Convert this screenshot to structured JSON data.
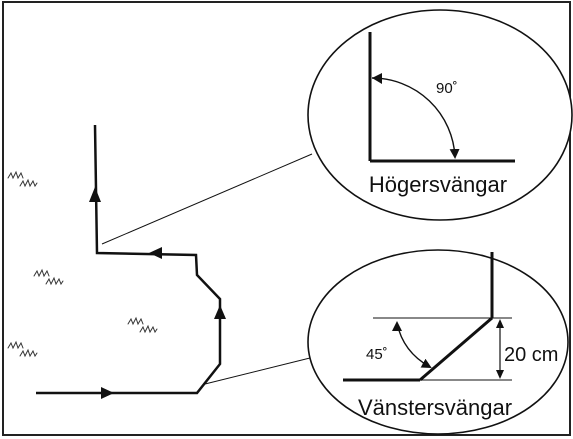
{
  "figure": {
    "right_turn": {
      "angle_label": "90˚",
      "caption": "Högersvängar"
    },
    "left_turn": {
      "angle_label": "45˚",
      "distance_label": "20 cm",
      "caption": "Vänstersvängar"
    }
  },
  "colors": {
    "line": "#111111",
    "frame": "#222222",
    "grass": "#333333"
  }
}
